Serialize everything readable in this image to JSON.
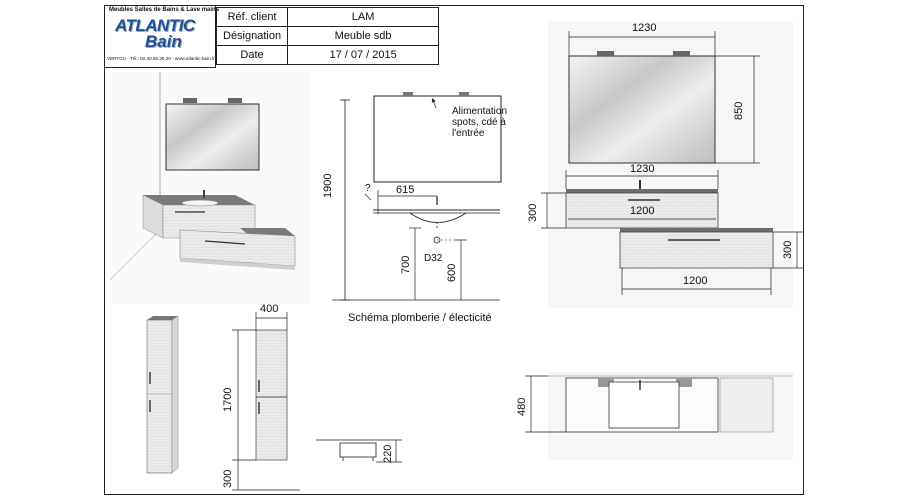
{
  "logo": {
    "top_line": "Meubles Salles de Bains & Lave mains",
    "brand_line1": "ATLANTIC",
    "brand_line2": "Bain",
    "bottom_line": "VERTOU - Tél.: 02.40.80.30.20 - www.atlantic-bain.fr"
  },
  "info_table": {
    "rows": [
      {
        "label": "Réf. client",
        "value": "LAM"
      },
      {
        "label": "Désignation",
        "value": "Meuble sdb"
      },
      {
        "label": "Date",
        "value": "17 / 07 / 2015"
      }
    ]
  },
  "plumbing": {
    "annotation": "Alimentation\nspots, cdé à\nl'entrée",
    "height_total": "1900",
    "question_mark": "?",
    "width": "615",
    "height_700": "700",
    "height_600": "600",
    "drain": "D32",
    "caption": "Schéma plomberie / électicité"
  },
  "front_view": {
    "mirror_width": "1230",
    "mirror_height": "850",
    "top_width": "1230",
    "upper_cabinet_height": "300",
    "upper_drawer_width": "1200",
    "lower_cabinet_height": "300",
    "lower_drawer_width": "1200"
  },
  "column": {
    "width": "400",
    "height": "1700",
    "base_height": "300"
  },
  "small_unit": {
    "height": "220"
  },
  "side_view": {
    "height": "480"
  },
  "colors": {
    "line": "#222222",
    "mirror_light": "#f2f2f2",
    "mirror_dark": "#b9b9b9",
    "wood": "#e9e9e9",
    "worktop": "#6d6d6d",
    "brand_blue": "#1f4e9c"
  }
}
